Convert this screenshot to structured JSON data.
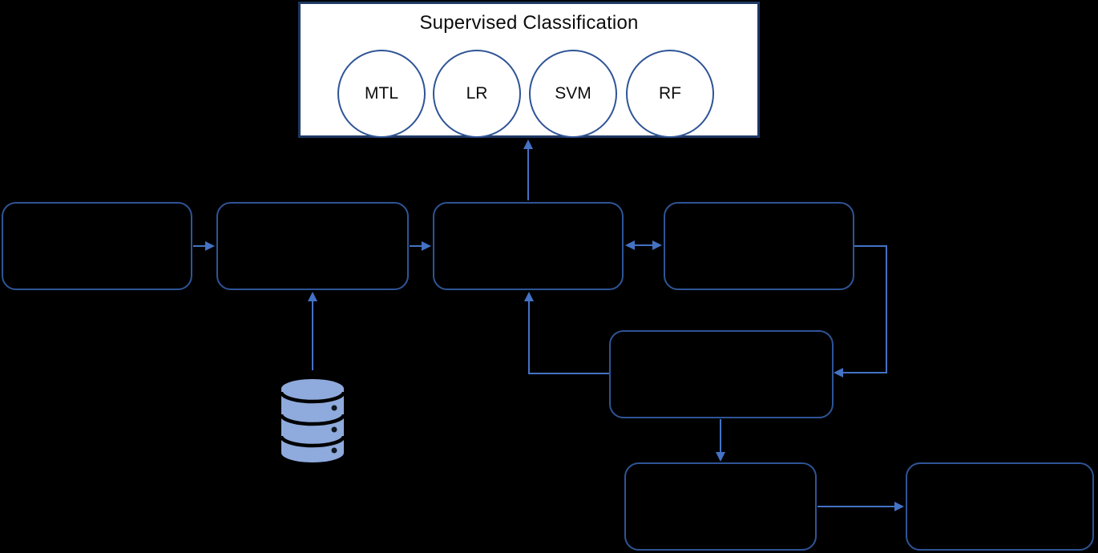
{
  "colors": {
    "background": "#000000",
    "box_border": "#2F5496",
    "panel_border": "#1F3864",
    "panel_background": "#FFFFFF",
    "arrow": "#4472C4",
    "database_fill": "#8FAADC",
    "database_dot": "#101820",
    "text": "#0D0D0D"
  },
  "diagram": {
    "panel": {
      "title": "Supervised Classification",
      "models": [
        "MTL",
        "LR",
        "SVM",
        "RF"
      ]
    },
    "icons": {
      "database": "database-icon"
    }
  }
}
